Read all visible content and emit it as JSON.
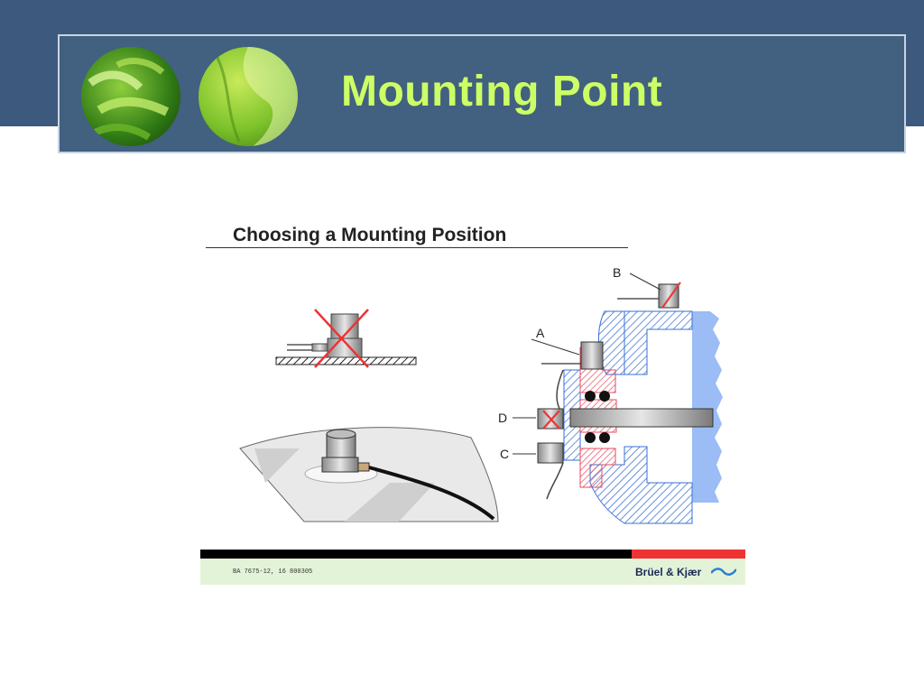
{
  "slide": {
    "title": "Mounting Point"
  },
  "figure": {
    "title": "Choosing a Mounting Position",
    "labels": {
      "a": "A",
      "b": "B",
      "c": "C",
      "d": "D"
    },
    "footer": {
      "reference": "BA 7675-12, 16     800305",
      "brand": "Brüel & Kjær"
    }
  },
  "colors": {
    "header_band": "#3d5a7e",
    "title_text": "#ccff66",
    "accent_red": "#ee3333",
    "footer_green": "#e3f3d8",
    "hatch_blue": "#3a6fd6",
    "part_red": "#e84a5f",
    "fluid_blue": "#9bbcf5"
  }
}
